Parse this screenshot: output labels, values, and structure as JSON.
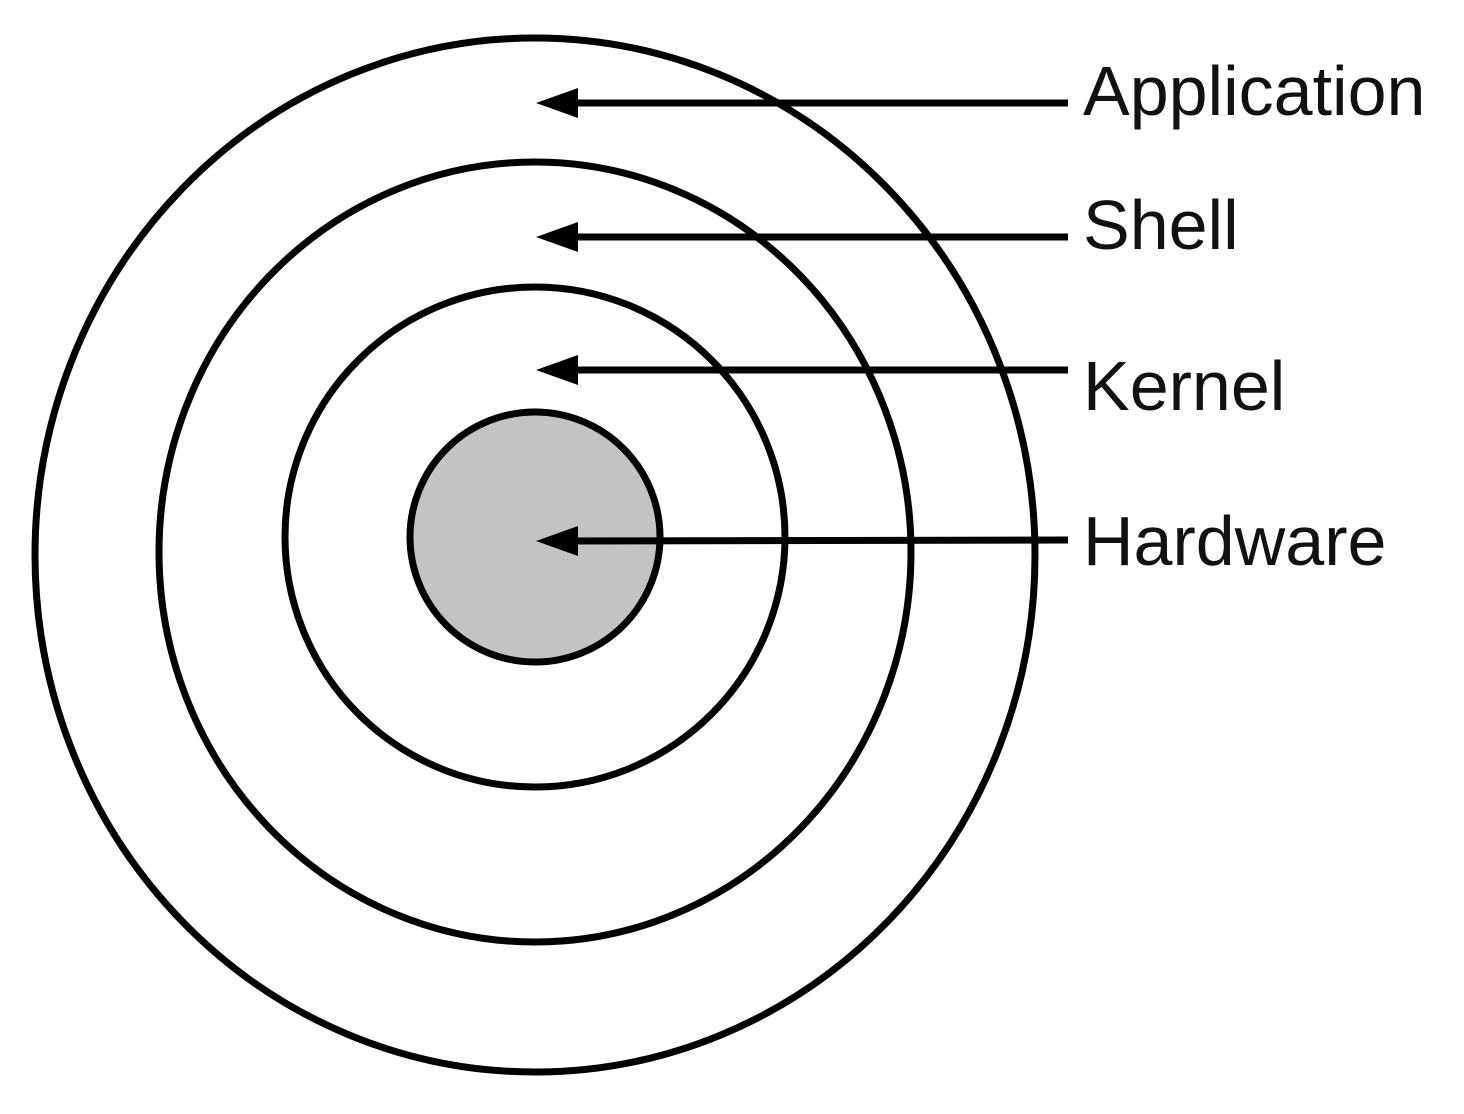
{
  "diagram": {
    "layers": [
      {
        "label": "Application"
      },
      {
        "label": "Shell"
      },
      {
        "label": "Kernel"
      },
      {
        "label": "Hardware"
      }
    ],
    "core_fill": "#c3c3c3",
    "stroke_color": "#000000"
  }
}
